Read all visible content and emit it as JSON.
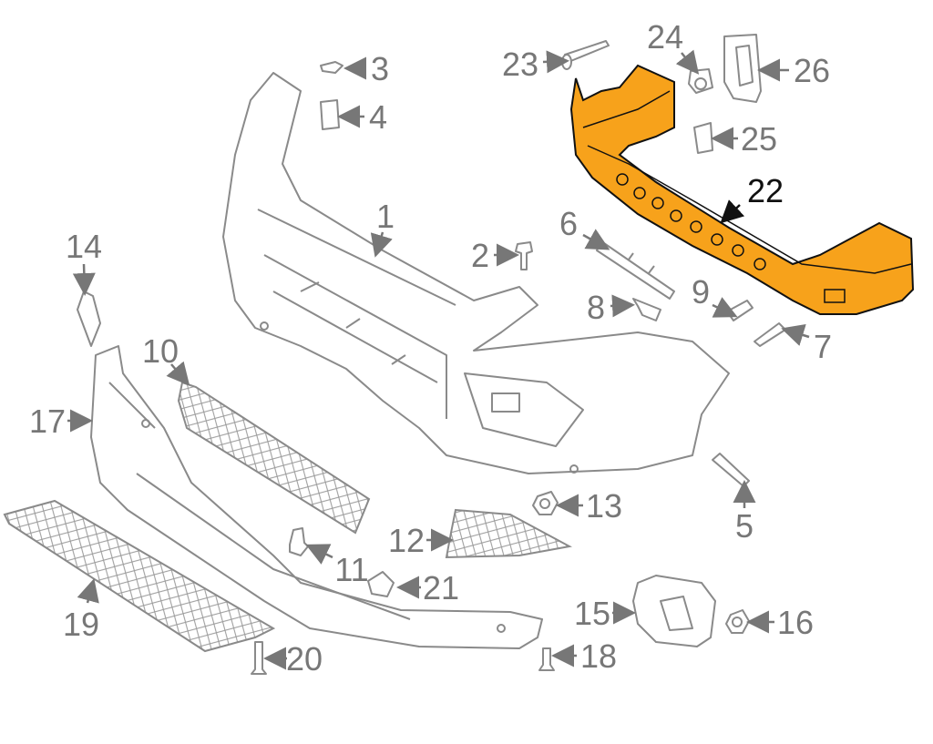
{
  "diagram": {
    "title": "Front bumper exploded parts diagram",
    "highlight_color": "#f7a21b",
    "line_color": "#8a8a8a",
    "label_color": "#777777",
    "highlighted_part": "22",
    "callouts": [
      "1",
      "2",
      "3",
      "4",
      "5",
      "6",
      "7",
      "8",
      "9",
      "10",
      "11",
      "12",
      "13",
      "14",
      "15",
      "16",
      "17",
      "18",
      "19",
      "20",
      "21",
      "22",
      "23",
      "24",
      "25",
      "26"
    ]
  }
}
